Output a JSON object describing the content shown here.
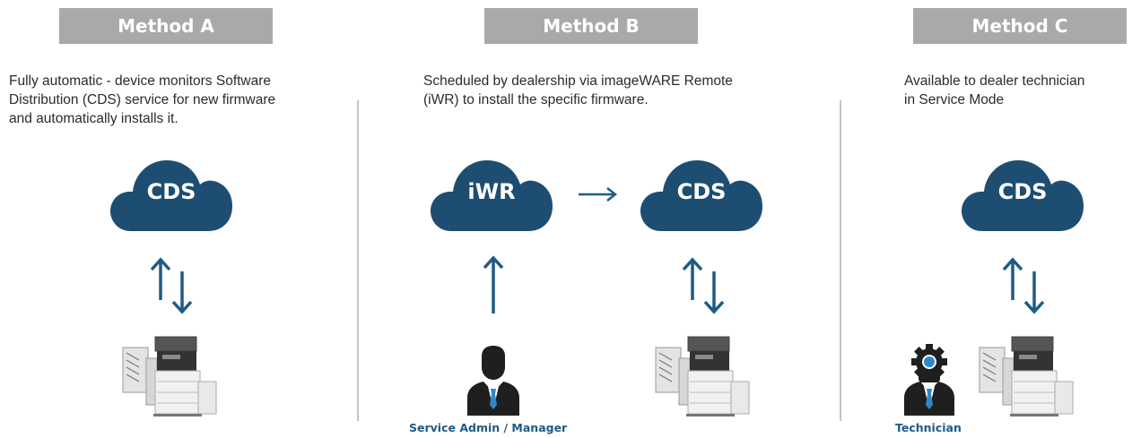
{
  "colors": {
    "header_bg": "#a9a9a9",
    "cloud": "#1d4e71",
    "arrow": "#1d5b84",
    "role_label": "#1f5a86",
    "divider": "#c4c4c4"
  },
  "methods": [
    {
      "title": "Method A",
      "description": "Fully automatic - device monitors Software\nDistribution (CDS) service for new firmware\nand automatically installs it.",
      "cloud": "CDS"
    },
    {
      "title": "Method B",
      "description": "Scheduled by dealership via imageWARE Remote\n(iWR) to install the specific firmware.",
      "cloud_left": "iWR",
      "cloud_right": "CDS",
      "role": "Service Admin / Manager"
    },
    {
      "title": "Method C",
      "description": "Available to dealer technician\nin Service Mode",
      "cloud": "CDS",
      "role": "Technician"
    }
  ],
  "icons": [
    "cloud-icon",
    "up-down-arrows-icon",
    "right-arrow-icon",
    "up-arrow-icon",
    "printer-icon",
    "person-icon",
    "gear-icon"
  ]
}
